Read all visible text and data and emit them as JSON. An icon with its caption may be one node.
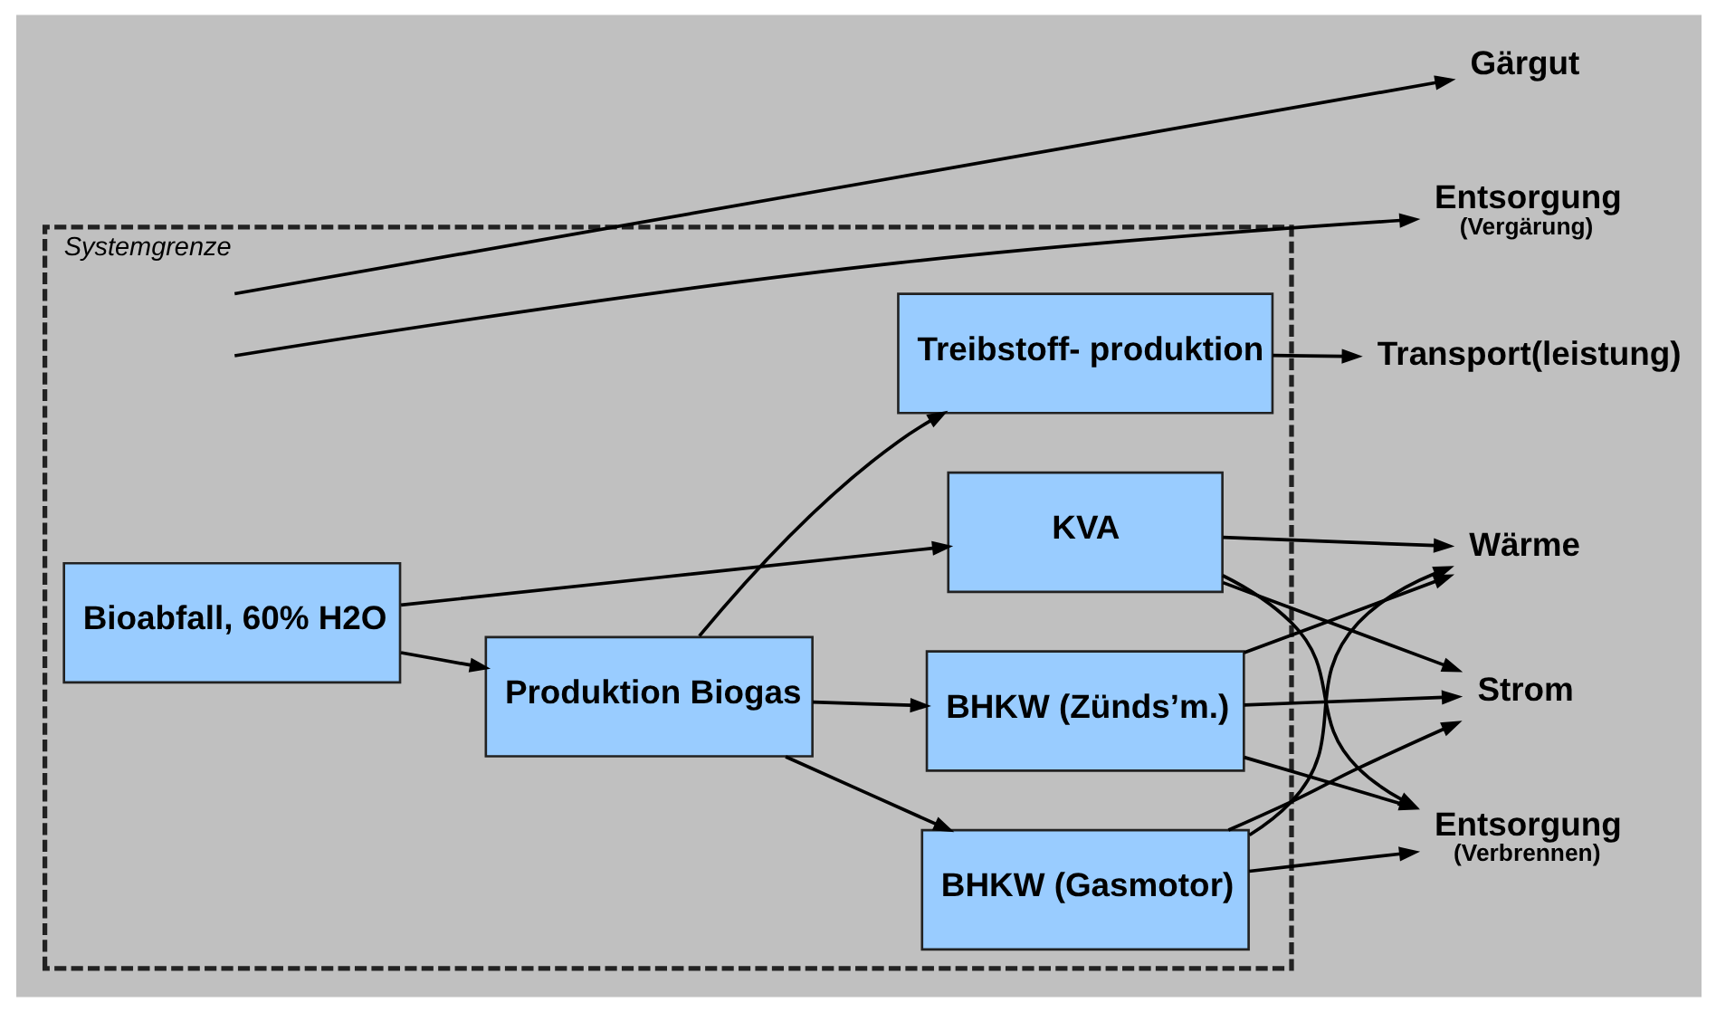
{
  "diagram": {
    "nodes": [
      {
        "text": [
          "Systemgrenze"
        ]
      },
      {
        "text": [
          "Bioabfall, 60% H2O"
        ],
        "in": 0
      },
      {
        "text": [
          "Produktion Biogas"
        ],
        "in": 0
      },
      {
        "text": [
          "Treibstoff- produktion"
        ],
        "in": 0
      },
      {
        "text": [
          "BHKW (Gasmotor)"
        ],
        "in": 0
      },
      {
        "text": [
          "BHKW (Zünds’m.)"
        ],
        "in": 0
      },
      {
        "text": [
          "KVA"
        ],
        "in": 0
      },
      {
        "text": [
          "Gärgut"
        ]
      },
      {
        "text": [
          "Entsorgung",
          "(Vergärung)"
        ]
      },
      {
        "text": [
          "Transport(leistung)"
        ]
      },
      {
        "text": [
          "Wärme"
        ]
      },
      {
        "text": [
          "Strom"
        ]
      },
      {
        "text": [
          "Entsorgung",
          "(Verbrennen)"
        ]
      }
    ],
    "edges": [
      {
        "from": 1,
        "to": 2,
        "arrow": "to"
      },
      {
        "from": 1,
        "to": 6,
        "arrow": "to"
      },
      {
        "from": 2,
        "to": 3,
        "arrow": "to"
      },
      {
        "from": 2,
        "to": 4,
        "arrow": "to"
      },
      {
        "from": 2,
        "to": 5,
        "arrow": "to"
      },
      {
        "from": null,
        "to": 7,
        "arrow": "to"
      },
      {
        "from": null,
        "to": 8,
        "arrow": "to"
      },
      {
        "from": 3,
        "to": 9,
        "arrow": "to"
      },
      {
        "from": 4,
        "to": 10,
        "arrow": "to"
      },
      {
        "from": 4,
        "to": 11,
        "arrow": "to"
      },
      {
        "from": 4,
        "to": 12,
        "arrow": "to"
      },
      {
        "from": 5,
        "to": 10,
        "arrow": "to"
      },
      {
        "from": 5,
        "to": 11,
        "arrow": "to"
      },
      {
        "from": 5,
        "to": 12,
        "arrow": "to"
      },
      {
        "from": 6,
        "to": 10,
        "arrow": "to"
      },
      {
        "from": 6,
        "to": 11,
        "arrow": "to"
      },
      {
        "from": 6,
        "to": 12,
        "arrow": "to"
      }
    ]
  }
}
